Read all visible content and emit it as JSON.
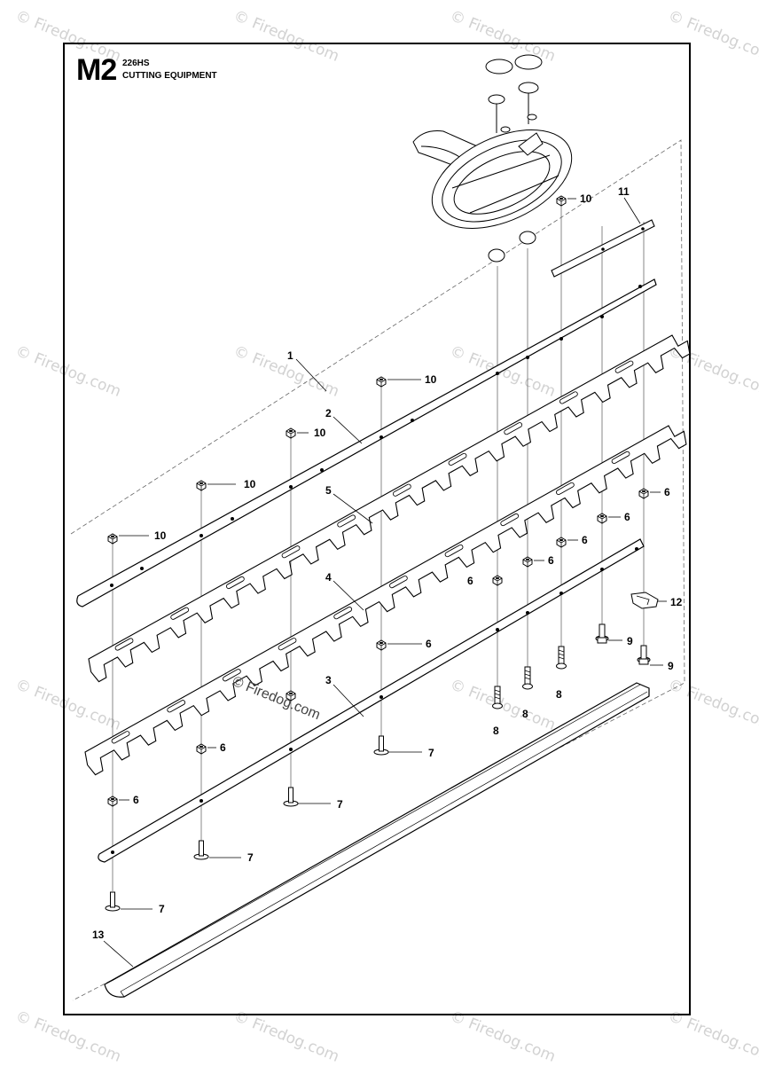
{
  "header": {
    "code": "M2",
    "model": "226HS",
    "subtitle": "CUTTING EQUIPMENT"
  },
  "watermark": "© Firedog.com",
  "center_watermark": "© Firedog.com",
  "callouts": [
    "1",
    "2",
    "3",
    "4",
    "5",
    "6",
    "7",
    "8",
    "9",
    "10",
    "11",
    "12",
    "13"
  ]
}
